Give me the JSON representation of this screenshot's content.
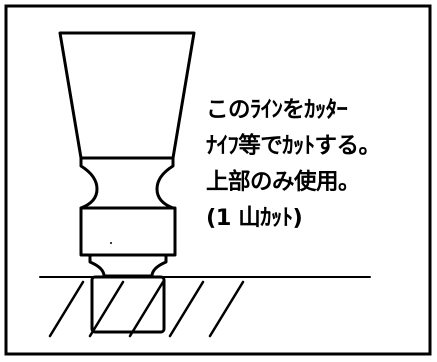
{
  "diagram": {
    "instruction_lines": [
      "このﾗｲﾝをｶｯﾀｰ",
      "ﾅｲﾌ等でｶｯﾄする。",
      "上部のみ使用。",
      "(1 山ｶｯﾄ)"
    ]
  }
}
